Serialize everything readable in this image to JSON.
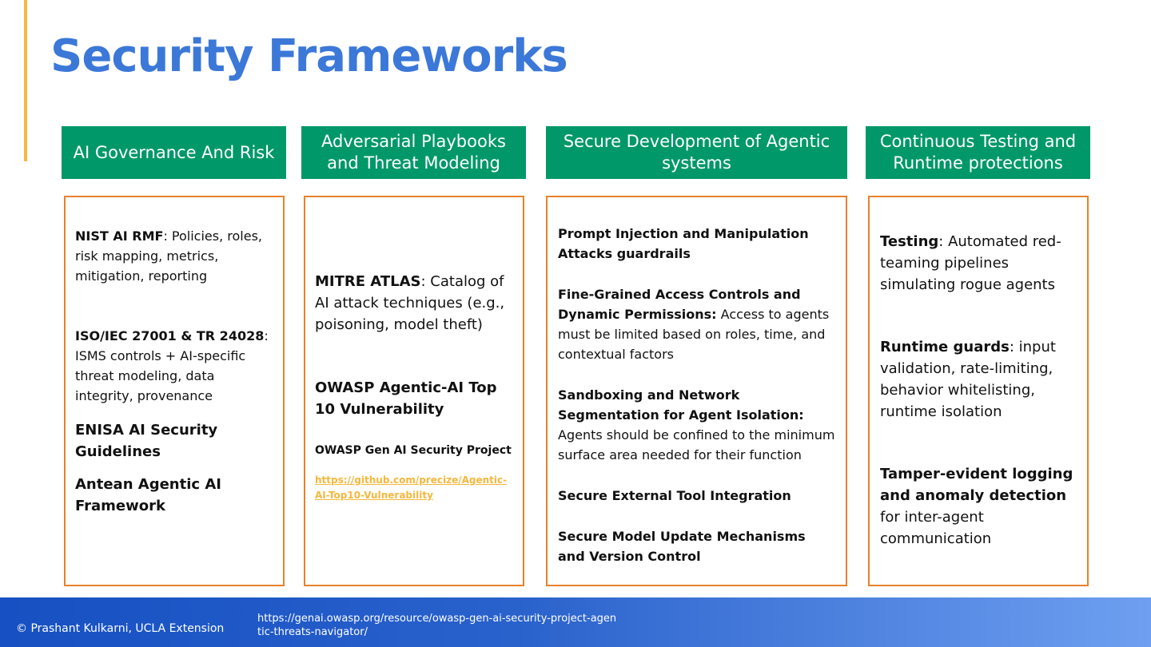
{
  "slide": {
    "title": "Security Frameworks",
    "columns": [
      {
        "header": "AI Governance And Risk",
        "items": [
          {
            "bold": "NIST AI RMF",
            "text": ": Policies, roles, risk mapping, metrics, mitigation, reporting"
          },
          {
            "bold": "ISO/IEC 27001 & TR 24028",
            "text": ": ISMS controls + AI-specific threat modeling, data integrity, provenance"
          },
          {
            "bold": "ENISA AI Security Guidelines",
            "text": ""
          },
          {
            "bold": "Antean Agentic AI Framework",
            "text": ""
          }
        ]
      },
      {
        "header": "Adversarial Playbooks and Threat Modeling",
        "items": [
          {
            "bold": "MITRE ATLAS",
            "text": ": Catalog of AI attack techniques (e.g., poisoning, model theft)"
          },
          {
            "bold": "OWASP Agentic-AI Top 10 Vulnerability",
            "text": ""
          },
          {
            "bold": "OWASP Gen AI Security Project",
            "text": ""
          }
        ],
        "link": "https://github.com/precize/Agentic-AI-Top10-Vulnerability"
      },
      {
        "header": "Secure Development of Agentic systems",
        "items": [
          {
            "bold": "Prompt Injection and Manipulation Attacks guardrails",
            "text": ""
          },
          {
            "bold": "Fine-Grained Access Controls and Dynamic Permissions:",
            "text": " Access to agents must be limited based on roles, time, and contextual factors"
          },
          {
            "bold": "Sandboxing and Network Segmentation for Agent Isolation:",
            "text": " Agents should be confined to the minimum surface area needed for their function"
          },
          {
            "bold": "Secure External Tool Integration",
            "text": ""
          },
          {
            "bold": "Secure Model Update Mechanisms and Version Control",
            "text": ""
          }
        ]
      },
      {
        "header": "Continuous Testing and Runtime protections",
        "items": [
          {
            "bold": "Testing",
            "text": ": Automated red-teaming pipelines simulating rogue agents"
          },
          {
            "bold": "Runtime guards",
            "text": ": input validation, rate-limiting, behavior whitelisting, runtime isolation"
          },
          {
            "bold": "Tamper-evident logging and anomaly detection",
            "text": " for inter-agent communication"
          }
        ]
      }
    ]
  },
  "footer": {
    "copyright": "© Prashant Kulkarni, UCLA Extension",
    "url": "https://genai.owasp.org/resource/owasp-gen-ai-security-project-agentic-threats-navigator/"
  },
  "colors": {
    "title": "#3b78d8",
    "header_bg": "#009868",
    "box_border": "#e8812c",
    "accent_bar": "#f6b73c",
    "link": "#f6b73c",
    "footer_gradient_start": "#1650c2",
    "footer_gradient_end": "#6e9ff0"
  }
}
